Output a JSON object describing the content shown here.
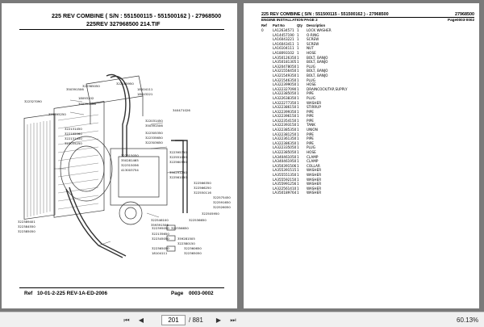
{
  "left_page": {
    "header_line1": "225 REV    COMBINE    ( S/N :   551500115 - 551500162 ) - 27968500",
    "header_line2": "225REV 327968500 214.TIF",
    "footer_ref_label": "Ref",
    "footer_ref_value": "10-01-2-225 REV-1A-ED-2006",
    "footer_page_label": "Page",
    "footer_page_value": "0003-0002",
    "callouts": [
      "322365050",
      "322165950",
      "350391506",
      "18104111",
      "18093102",
      "18043221",
      "350391506",
      "322327090",
      "340471026",
      "322395250",
      "322131450",
      "322195060",
      "322131450",
      "322035250",
      "322031450",
      "350391506",
      "322305350",
      "322335650",
      "322303650",
      "322315050",
      "350281465",
      "322315056",
      "413003754",
      "322395750",
      "322551050",
      "322560350",
      "350291250",
      "322561050",
      "322566350",
      "322566250",
      "322550116",
      "322575450",
      "322591650",
      "322526050",
      "322505950",
      "322536650",
      "322546100",
      "359391506",
      "322395050",
      "322356650",
      "322135650",
      "322345050",
      "359281505",
      "322380150",
      "322389401",
      "322384550",
      "322385050",
      "322360650",
      "322365050",
      "18104111",
      "322365050"
    ]
  },
  "right_page": {
    "header_line1": "225 REV    COMBINE    ( S/N :   551500115 - 551500162 ) - 27968500",
    "header_doc": "27968500",
    "header_section": "ENGINE INSTALLATION PAGE 2",
    "header_page": "Page0003-0002",
    "columns": [
      "Ref",
      "Part No",
      "Qty",
      "Description"
    ],
    "parts": [
      {
        "ref": "0",
        "part": "LA12634571",
        "qty": "1",
        "desc": "LOCK WASHER"
      },
      {
        "ref": "",
        "part": "LA14457190",
        "qty": "1",
        "desc": "O-RING"
      },
      {
        "ref": "",
        "part": "LA16043221",
        "qty": "1",
        "desc": "SCREW"
      },
      {
        "ref": "",
        "part": "LA16043411",
        "qty": "1",
        "desc": "SCREW"
      },
      {
        "ref": "",
        "part": "LA16104111",
        "qty": "1",
        "desc": "NUT"
      },
      {
        "ref": "",
        "part": "LA18093102",
        "qty": "1",
        "desc": "HOSE"
      },
      {
        "ref": "",
        "part": "LA350126350",
        "qty": "1",
        "desc": "BOLT, BANJO"
      },
      {
        "ref": "",
        "part": "LA350181305",
        "qty": "1",
        "desc": "BOLT, BANJO"
      },
      {
        "ref": "",
        "part": "LA320478050",
        "qty": "1",
        "desc": "PLUG"
      },
      {
        "ref": "",
        "part": "LA321556450",
        "qty": "1",
        "desc": "BOLT, BANJO"
      },
      {
        "ref": "",
        "part": "LA321549350",
        "qty": "1",
        "desc": "BOLT, BANJO"
      },
      {
        "ref": "",
        "part": "LA321546350",
        "qty": "1",
        "desc": "PLUG"
      },
      {
        "ref": "",
        "part": "LA322399050",
        "qty": "1",
        "desc": "HOSE"
      },
      {
        "ref": "",
        "part": "LA322327090",
        "qty": "1",
        "desc": "DRAINCOCK/TAP,SUPPLY"
      },
      {
        "ref": "",
        "part": "LA322385050",
        "qty": "1",
        "desc": "PIPE"
      },
      {
        "ref": "",
        "part": "LA322638350",
        "qty": "1",
        "desc": "PLUG"
      },
      {
        "ref": "",
        "part": "LA322277350",
        "qty": "1",
        "desc": "WASHER"
      },
      {
        "ref": "",
        "part": "LA322386150",
        "qty": "1",
        "desc": "STIRRUP"
      },
      {
        "ref": "",
        "part": "LA322399350",
        "qty": "1",
        "desc": "PIPE"
      },
      {
        "ref": "",
        "part": "LA322396150",
        "qty": "1",
        "desc": "PIPE"
      },
      {
        "ref": "",
        "part": "LA322354150",
        "qty": "1",
        "desc": "PIPE"
      },
      {
        "ref": "",
        "part": "LA322393150",
        "qty": "1",
        "desc": "TANK"
      },
      {
        "ref": "",
        "part": "LA322385350",
        "qty": "1",
        "desc": "UNION"
      },
      {
        "ref": "",
        "part": "LA322381250",
        "qty": "1",
        "desc": "PIPE"
      },
      {
        "ref": "",
        "part": "LA322361350",
        "qty": "1",
        "desc": "PIPE"
      },
      {
        "ref": "",
        "part": "LA322386350",
        "qty": "1",
        "desc": "PIPE"
      },
      {
        "ref": "",
        "part": "LA322335050",
        "qty": "1",
        "desc": "PLUG"
      },
      {
        "ref": "",
        "part": "LA322385050",
        "qty": "1",
        "desc": "HOSE"
      },
      {
        "ref": "",
        "part": "LA340461050",
        "qty": "1",
        "desc": "CLAMP"
      },
      {
        "ref": "",
        "part": "LA340461950",
        "qty": "1",
        "desc": "CLAMP"
      },
      {
        "ref": "",
        "part": "LA350391506",
        "qty": "1",
        "desc": "COLLAR"
      },
      {
        "ref": "",
        "part": "LA355391515",
        "qty": "1",
        "desc": "WASHER"
      },
      {
        "ref": "",
        "part": "LA355551350",
        "qty": "1",
        "desc": "WASHER"
      },
      {
        "ref": "",
        "part": "LA355592150",
        "qty": "1",
        "desc": "WASHER"
      },
      {
        "ref": "",
        "part": "LA355991256",
        "qty": "1",
        "desc": "WASHER"
      },
      {
        "ref": "",
        "part": "LA322561410",
        "qty": "1",
        "desc": "WASHER"
      },
      {
        "ref": "",
        "part": "LA350189764",
        "qty": "1",
        "desc": "WASHER"
      }
    ]
  },
  "toolbar": {
    "current_page": "201",
    "total_pages": "/ 881",
    "zoom": "60.13%",
    "first_icon": "first-page-icon",
    "prev_icon": "previous-page-icon",
    "next_icon": "next-page-icon",
    "last_icon": "last-page-icon"
  }
}
